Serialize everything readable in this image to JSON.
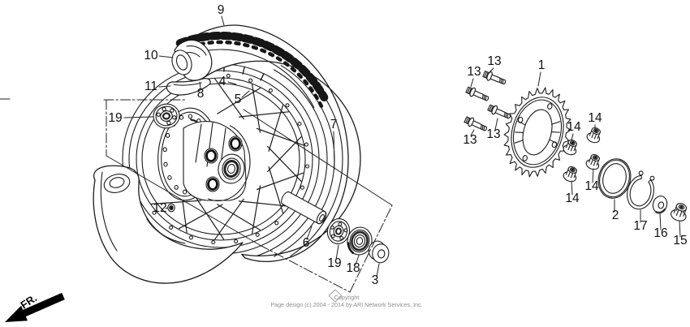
{
  "diagram": {
    "callouts": {
      "n1": "1",
      "n2": "2",
      "n3": "3",
      "n4": "4",
      "n5": "5",
      "n6": "6",
      "n7": "7",
      "n8": "8",
      "n9": "9",
      "n10": "10",
      "n11": "11",
      "n12": "12",
      "n13": "13",
      "n14": "14",
      "n15": "15",
      "n16": "16",
      "n17": "17",
      "n18": "18",
      "n19": "19"
    },
    "direction_label": "FR.",
    "footer": {
      "line1": "Copyright",
      "line2": "Page design (c) 2004 - 2014 by ARI Network Services, Inc."
    },
    "colors": {
      "line": "#1b1b1b",
      "background": "#ffffff",
      "footer_text": "#8c8c8c"
    }
  }
}
